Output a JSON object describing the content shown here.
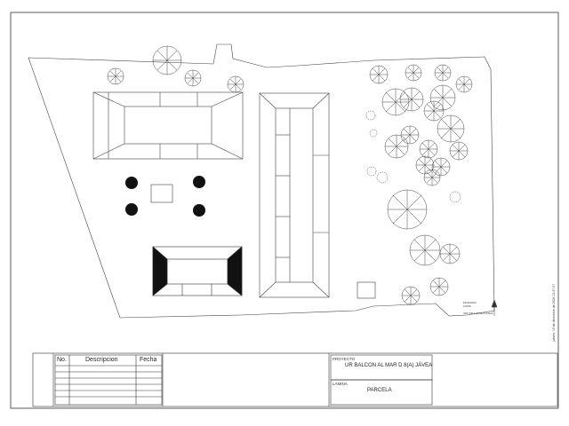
{
  "title_block": {
    "table_headers": {
      "no": "No.",
      "descripcion": "Descripcion",
      "fecha": "Fecha"
    },
    "proyecto_label": "PROYECTO",
    "proyecto_value": "UR BALCON AL MAR D 8(A) JÁVEA",
    "lamina_label": "LÁMINA",
    "lamina_value": "PARCELA",
    "revision_rows": 6
  },
  "side_text": "jueves, 19 de diciembre de 2024 12:47:07",
  "north_note": {
    "line1": "ESCENARIO",
    "line2": "NORTE",
    "line3": "VER TABLA DE REVISIONES"
  }
}
